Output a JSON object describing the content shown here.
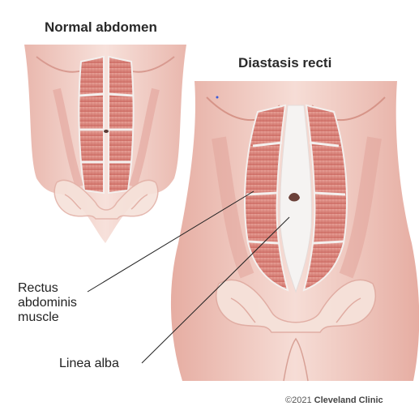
{
  "titles": {
    "normal": "Normal abdomen",
    "diastasis": "Diastasis recti"
  },
  "labels": {
    "rectus_line1": "Rectus",
    "rectus_line2": "abdominis",
    "rectus_line3": "muscle",
    "linea_alba": "Linea alba"
  },
  "credit": {
    "year": "©2021",
    "org": "Cleveland Clinic"
  },
  "colors": {
    "skin": "#f3d6cf",
    "muscle": "#d9827a",
    "muscle_light": "#eab0a6",
    "bone": "#f6e3dc",
    "linea": "#f7f7f7"
  }
}
